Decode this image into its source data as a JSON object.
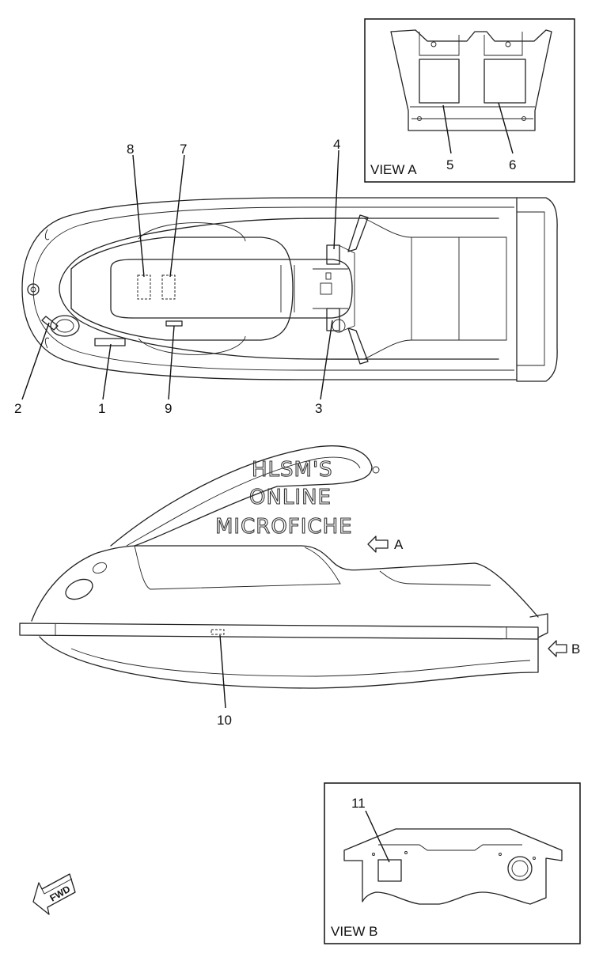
{
  "callouts": {
    "c1": "1",
    "c2": "2",
    "c3": "3",
    "c4": "4",
    "c5": "5",
    "c6": "6",
    "c7": "7",
    "c8": "8",
    "c9": "9",
    "c10": "10",
    "c11": "11"
  },
  "views": {
    "view_a_label": "VIEW A",
    "view_b_label": "VIEW B",
    "arrow_a_label": "A",
    "arrow_b_label": "B"
  },
  "watermark": {
    "line1": "HLSM'S",
    "line2": "ONLINE",
    "line3": "MICROFICHE"
  },
  "fwd_label": "FWD"
}
